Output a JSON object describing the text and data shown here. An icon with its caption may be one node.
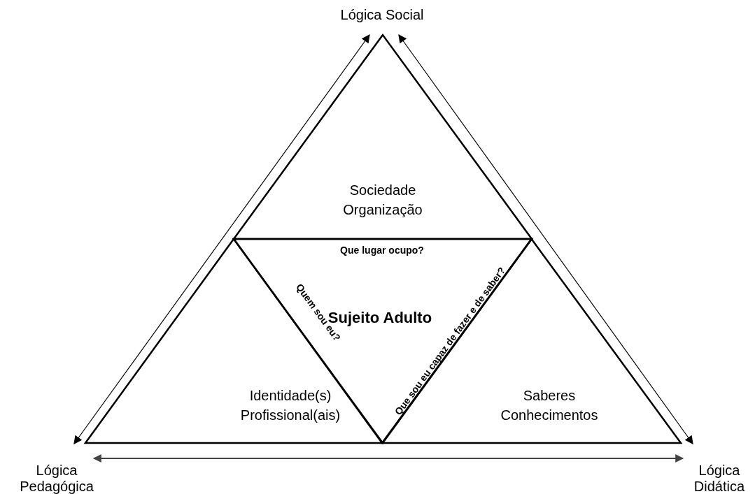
{
  "diagram": {
    "nodes": [
      {
        "text": [
          "Lógica Social"
        ]
      },
      {
        "text": [
          "Lógica Pedagógica"
        ]
      },
      {
        "text": [
          "Lógica Didática"
        ]
      },
      {
        "text": [
          "Sociedade Organização"
        ]
      },
      {
        "text": [
          "Sujeito Adulto"
        ]
      },
      {
        "text": [
          "Identidade(s) Profissional(ais)"
        ]
      },
      {
        "text": [
          "Saberes Conhecimentos"
        ]
      }
    ],
    "edges": [
      {
        "from": 0,
        "to": 1,
        "arrow": "both"
      },
      {
        "from": 0,
        "to": 2,
        "arrow": "both"
      },
      {
        "from": 1,
        "to": 2,
        "arrow": "both"
      }
    ],
    "labels": [
      "Que lugar ocupo?",
      "Quem sou eu?",
      "Que sou eu capaz de fazer e de saber?"
    ]
  }
}
